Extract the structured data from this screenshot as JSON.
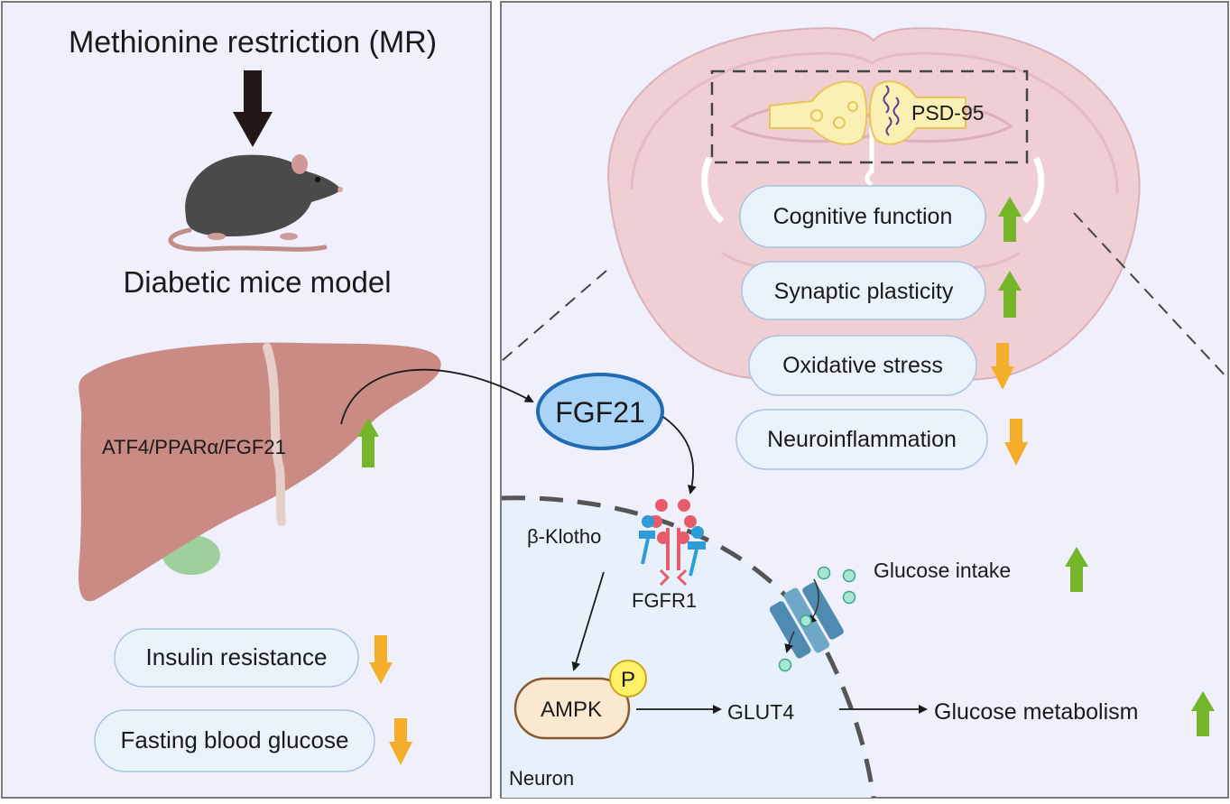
{
  "left": {
    "title": "Methionine restriction (MR)",
    "model_label": "Diabetic mice model",
    "liver_pathway": "ATF4/PPARα/FGF21",
    "outcomes": [
      {
        "label": "Insulin resistance",
        "direction": "down"
      },
      {
        "label": "Fasting blood glucose",
        "direction": "down"
      }
    ]
  },
  "brain": {
    "synapse_label": "PSD-95",
    "effects": [
      {
        "label": "Cognitive function",
        "direction": "up"
      },
      {
        "label": "Synaptic plasticity",
        "direction": "up"
      },
      {
        "label": "Oxidative stress",
        "direction": "down"
      },
      {
        "label": "Neuroinflammation",
        "direction": "down"
      }
    ]
  },
  "signaling": {
    "hormone": "FGF21",
    "coreceptor": "β-Klotho",
    "receptor": "FGFR1",
    "kinase": "AMPK",
    "phospho": "P",
    "transporter": "GLUT4",
    "glucose_intake": "Glucose intake",
    "glucose_metabolism": "Glucose metabolism",
    "cell_label": "Neuron"
  },
  "colors": {
    "panel_bg": "#f0f0fc",
    "up_arrow": "#74b52a",
    "down_arrow": "#f4ae2a",
    "liver": "#c98b84",
    "brain": "#efcfd3",
    "fgf21_fill": "#aad4f7",
    "fgf21_stroke": "#1f6cb5"
  }
}
